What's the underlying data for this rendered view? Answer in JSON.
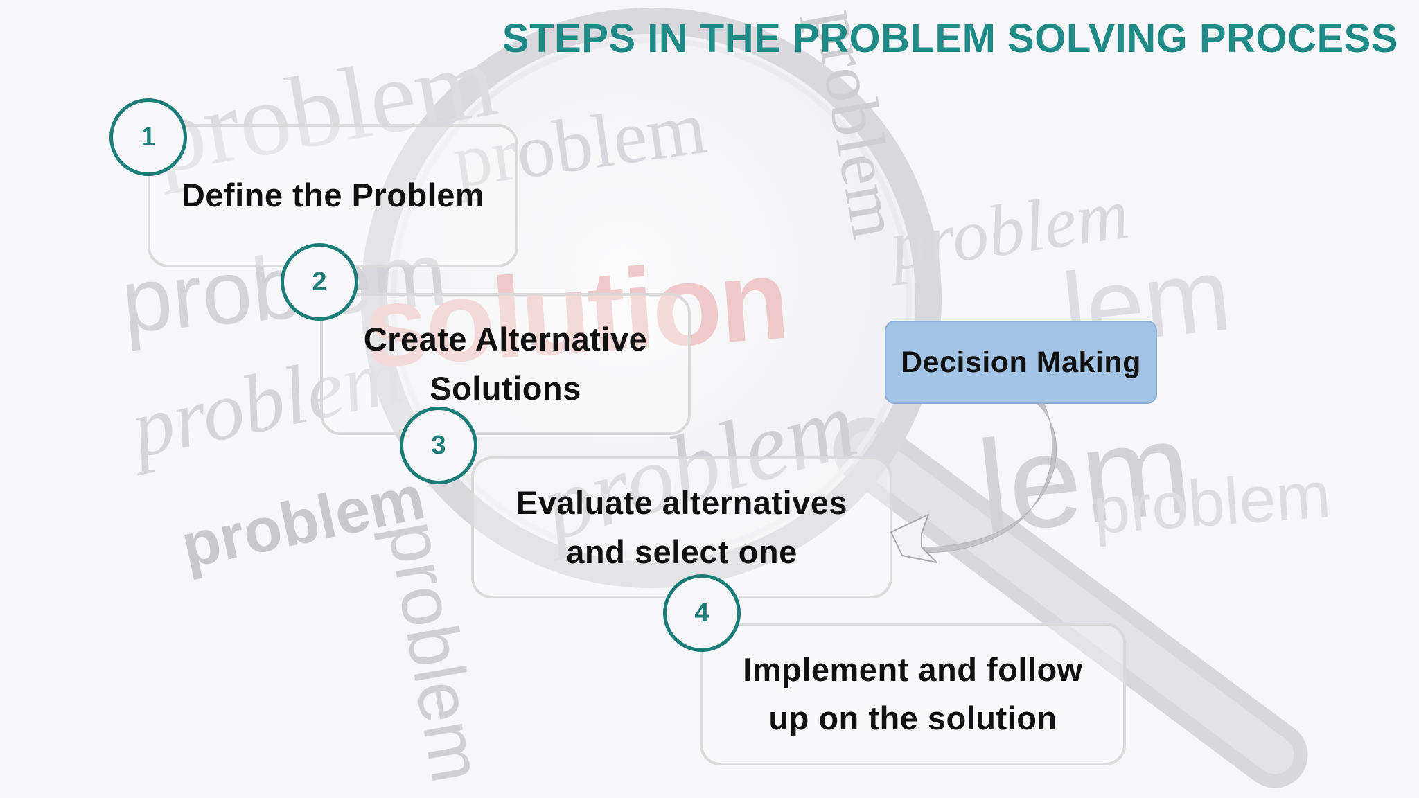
{
  "title": "STEPS IN THE PROBLEM SOLVING PROCESS",
  "background_words": [
    "problem",
    "problem",
    "solution",
    "problem",
    "problem",
    "problem",
    "problem",
    "problem",
    "lem",
    "lem",
    "problem",
    "problem",
    "problem"
  ],
  "steps": [
    {
      "number": "1",
      "label_lines": [
        "Define the Problem"
      ]
    },
    {
      "number": "2",
      "label_lines": [
        "Create Alternative",
        "Solutions"
      ]
    },
    {
      "number": "3",
      "label_lines": [
        "Evaluate alternatives",
        "and select one"
      ]
    },
    {
      "number": "4",
      "label_lines": [
        "Implement and follow",
        "up on the solution"
      ]
    }
  ],
  "decision": {
    "label": "Decision Making"
  },
  "colors": {
    "accent": "#1c7d78",
    "title": "#1f8a86",
    "decision_fill": "#a4c4e6"
  }
}
